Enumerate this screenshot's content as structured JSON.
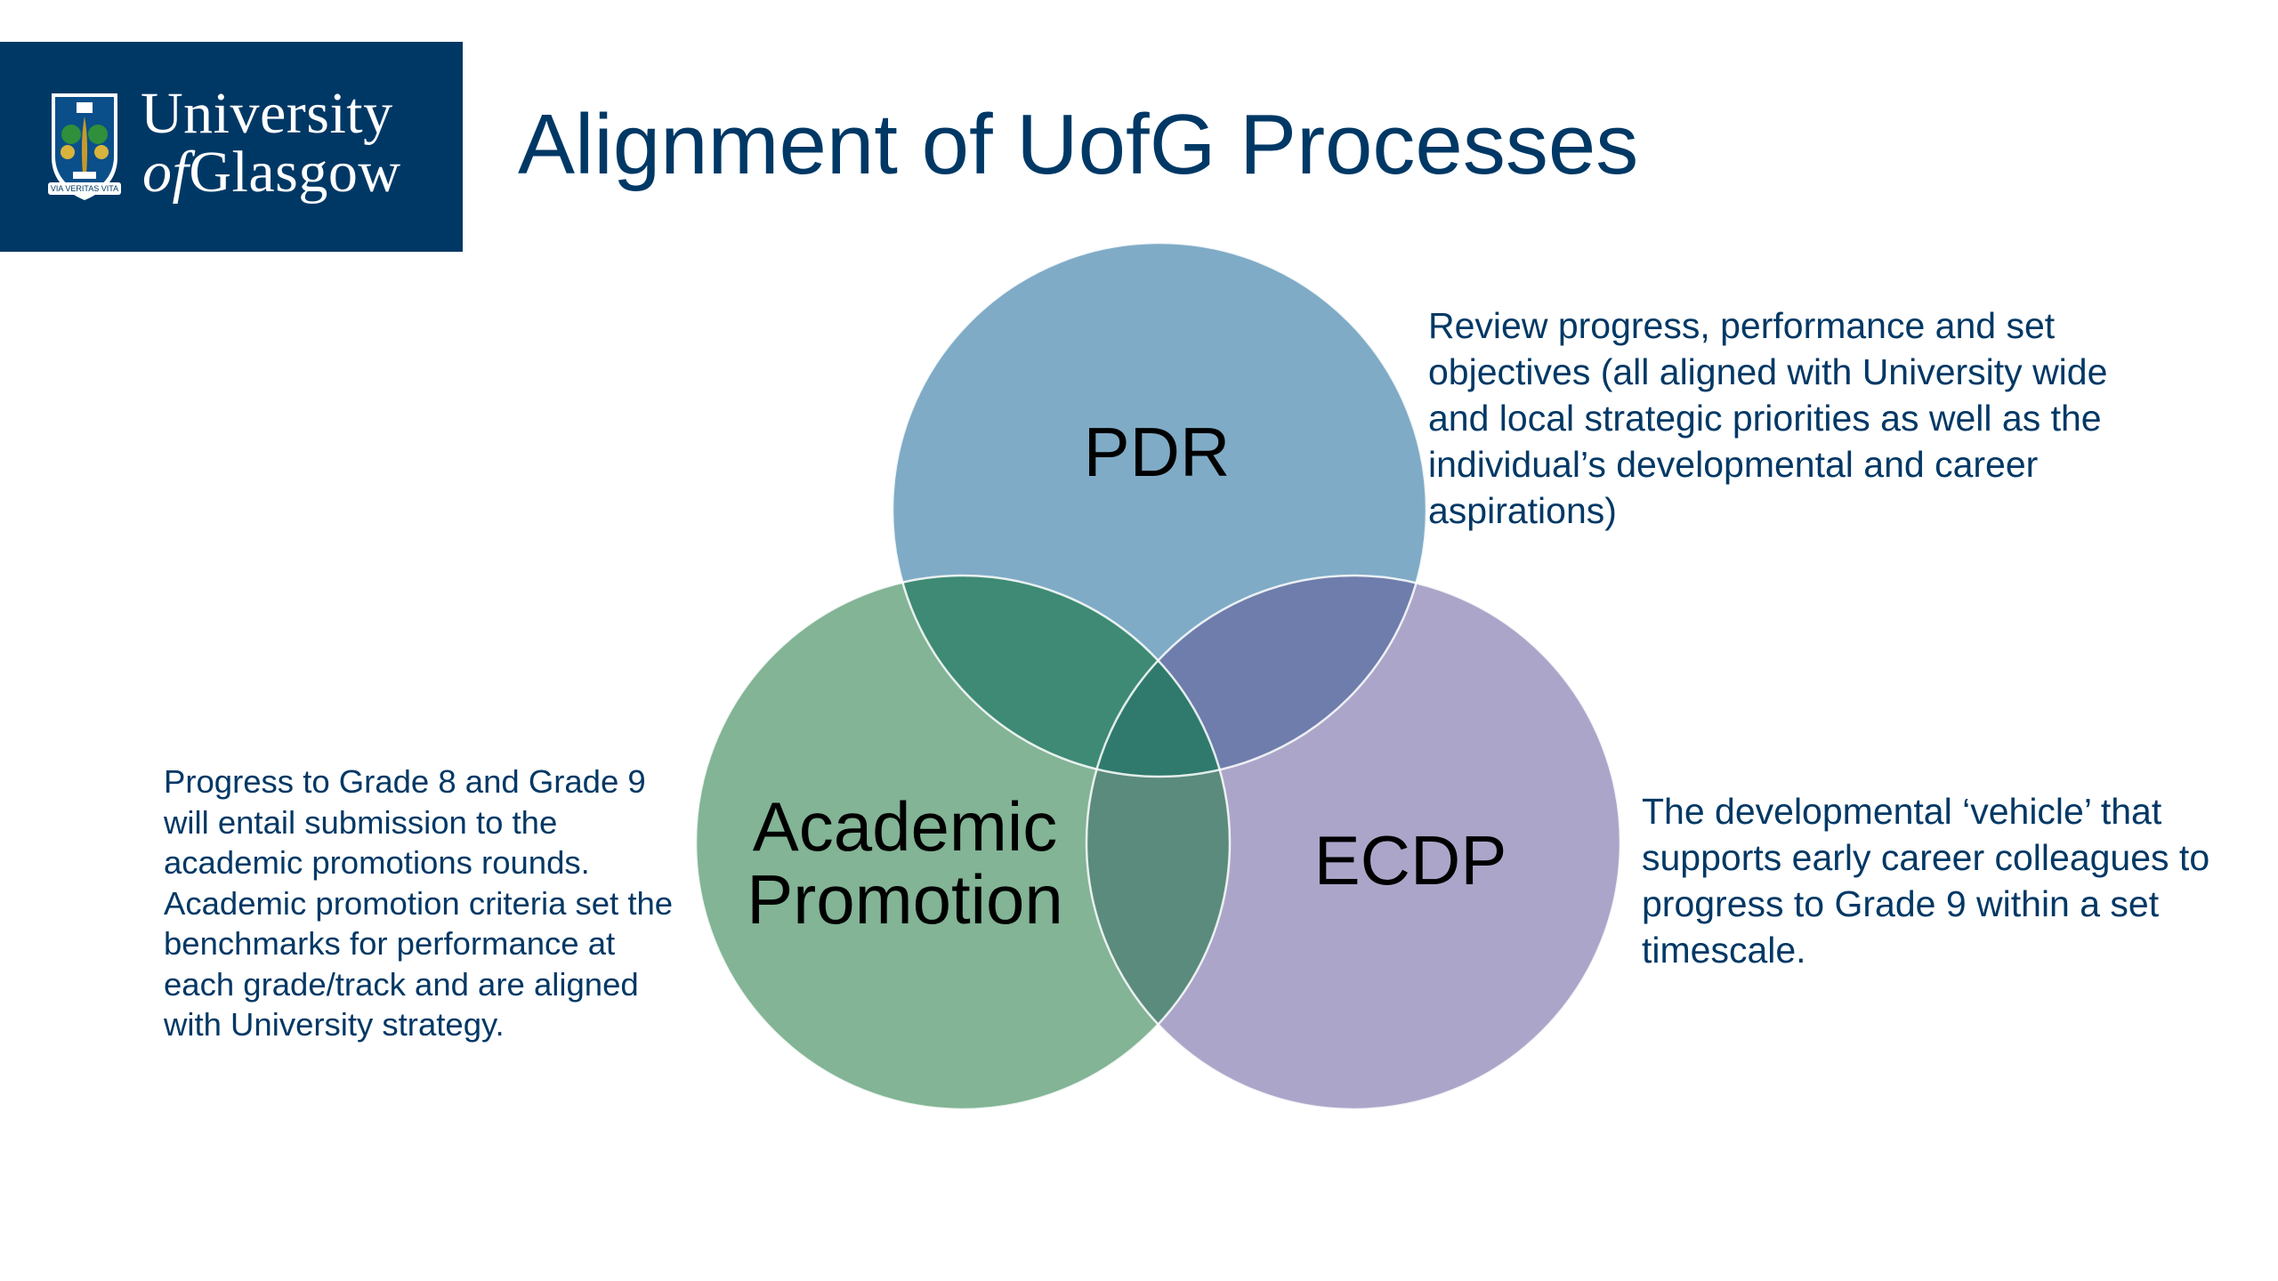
{
  "logo": {
    "line1": "University",
    "line2_of": "of",
    "line2_rest": "Glasgow",
    "motto": "VIA VERITAS VITA"
  },
  "title": "Alignment of UofG Processes",
  "circles": {
    "pdr": {
      "label": "PDR",
      "color": "#7FABC6"
    },
    "academic": {
      "label_line1": "Academic",
      "label_line2": "Promotion",
      "color": "#82B495"
    },
    "ecdp": {
      "label": "ECDP",
      "color": "#ABA6C9"
    }
  },
  "descriptions": {
    "pdr": "Review progress, performance and set objectives (all aligned with University wide and local strategic priorities as well as the individual’s developmental and career aspirations)",
    "ecdp": "The developmental ‘vehicle’ that supports early career colleagues to progress to Grade 9 within a set timescale.",
    "academic": "Progress to Grade 8 and Grade 9 will entail submission to the academic promotions rounds. Academic promotion criteria set the benchmarks for performance at each grade/track and are aligned with University strategy."
  },
  "colors": {
    "brand_navy": "#003865",
    "overlap_pdr_academic": "#3E8A74",
    "overlap_pdr_ecdp": "#6E7DAB",
    "overlap_academic_ecdp": "#5B8B7C",
    "overlap_center": "#2F7A6C"
  }
}
